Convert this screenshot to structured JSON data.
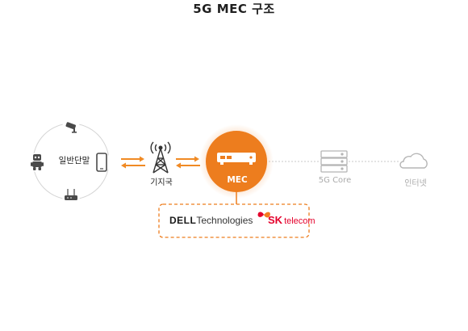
{
  "title": "5G MEC 구조",
  "nodes": {
    "terminal_label": "일반단말",
    "base_station_label": "기지국",
    "mec_label": "MEC",
    "core_label": "5G Core",
    "internet_label": "인터넷"
  },
  "partners": {
    "dell_prefix": "D",
    "dell_brand": "ELL",
    "dell_suffix": "Technologies",
    "sk_brand": "SK",
    "sk_product": "telecom"
  },
  "icons": [
    "cctv-camera-icon",
    "robot-icon",
    "smartphone-icon",
    "router-icon",
    "cell-tower-icon",
    "server-box-icon",
    "server-rack-icon",
    "cloud-icon",
    "sk-butterfly-icon"
  ],
  "colors": {
    "accent": "#f08a24",
    "accent_dark": "#e97b16",
    "muted": "#b5b5b5",
    "dark_icon": "#4a4a4a",
    "sk_red": "#e4002b"
  }
}
